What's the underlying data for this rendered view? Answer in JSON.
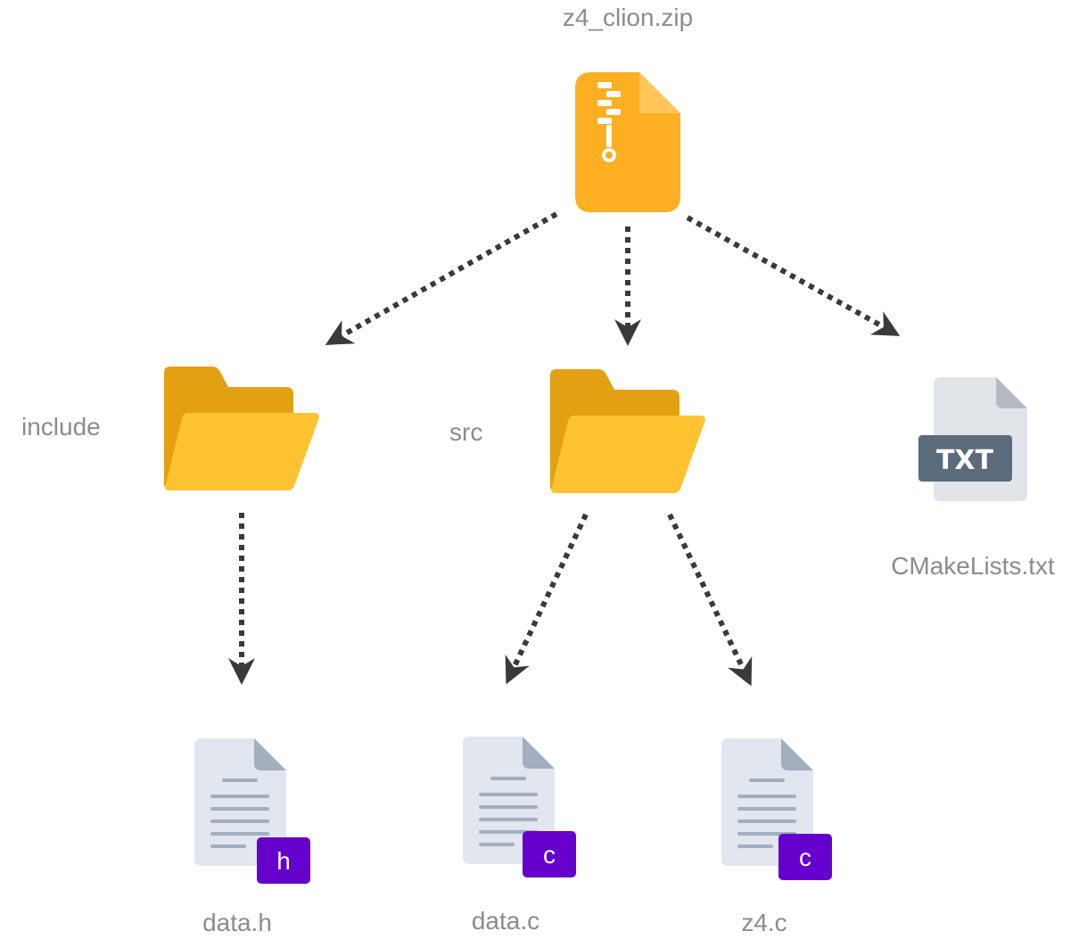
{
  "nodes": {
    "zip": {
      "label": "z4_clion.zip",
      "icon": "zip-file-icon",
      "color": "#FFAF22"
    },
    "include": {
      "label": "include",
      "icon": "folder-icon"
    },
    "src": {
      "label": "src",
      "icon": "folder-icon"
    },
    "cmake": {
      "label": "CMakeLists.txt",
      "icon": "txt-file-icon",
      "badge": "TXT"
    },
    "data_h": {
      "label": "data.h",
      "icon": "document-icon",
      "badge": "h"
    },
    "data_c": {
      "label": "data.c",
      "icon": "document-icon",
      "badge": "c"
    },
    "z4_c": {
      "label": "z4.c",
      "icon": "document-icon",
      "badge": "c"
    }
  },
  "edges": [
    {
      "from": "zip",
      "to": "include"
    },
    {
      "from": "zip",
      "to": "src"
    },
    {
      "from": "zip",
      "to": "cmake"
    },
    {
      "from": "include",
      "to": "data_h"
    },
    {
      "from": "src",
      "to": "data_c"
    },
    {
      "from": "src",
      "to": "z4_c"
    }
  ],
  "colors": {
    "folder_back": "#E4A013",
    "folder_front": "#FFC331",
    "document": "#E1E6EF",
    "document_fold": "#A2AFBF",
    "document_lines": "#A2AFBF",
    "badge": "#6600CC",
    "txt_file": "#E1E4E8",
    "txt_badge": "#5A6B7C",
    "arrow": "#3A3A3A"
  }
}
